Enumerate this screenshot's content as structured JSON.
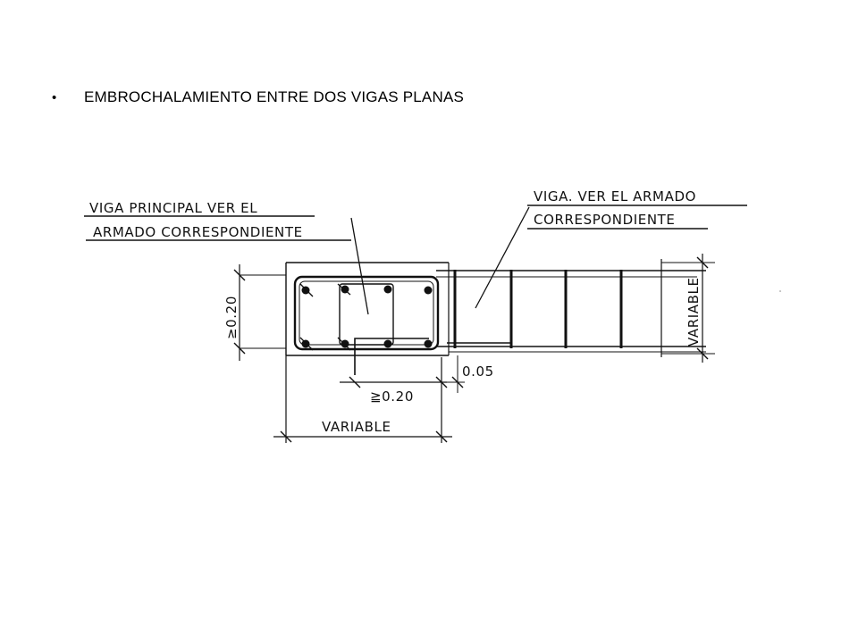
{
  "slide": {
    "bullet_glyph": "•",
    "heading": "EMBROCHALAMIENTO ENTRE DOS VIGAS PLANAS"
  },
  "drawing": {
    "label_main_beam_line1": "VIGA PRINCIPAL VER EL",
    "label_main_beam_line2": "ARMADO CORRESPONDIENTE",
    "label_sec_beam_line1": "VIGA. VER EL ARMADO",
    "label_sec_beam_line2": "CORRESPONDIENTE",
    "dim_height": "≥0.20",
    "dim_right_height": "VARIABLE",
    "dim_gap": "0.05",
    "dim_anchor": "≧0.20",
    "dim_width": "VARIABLE"
  }
}
